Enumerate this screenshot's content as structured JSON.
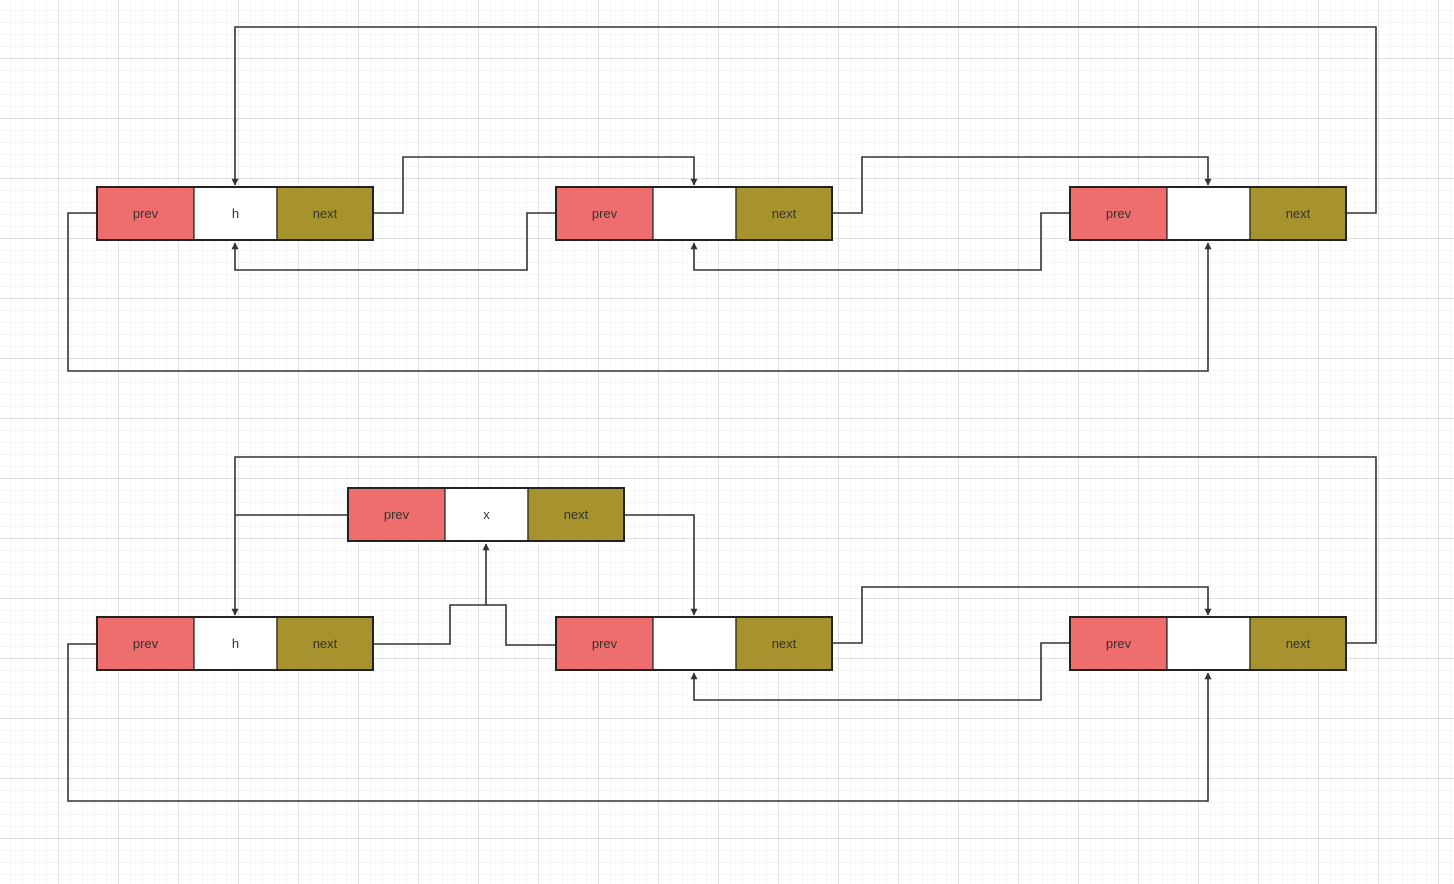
{
  "colors": {
    "prev": "#ee6e6e",
    "data": "#ffffff",
    "next": "#a6932d",
    "line": "#333333"
  },
  "labels": {
    "prev": "prev",
    "next": "next"
  },
  "diagram_top": {
    "nodes": [
      {
        "id": "t1",
        "data": "h"
      },
      {
        "id": "t2",
        "data": ""
      },
      {
        "id": "t3",
        "data": ""
      }
    ]
  },
  "diagram_bottom": {
    "nodes": [
      {
        "id": "b1",
        "data": "h"
      },
      {
        "id": "bx",
        "data": "x"
      },
      {
        "id": "b2",
        "data": ""
      },
      {
        "id": "b3",
        "data": ""
      }
    ]
  }
}
